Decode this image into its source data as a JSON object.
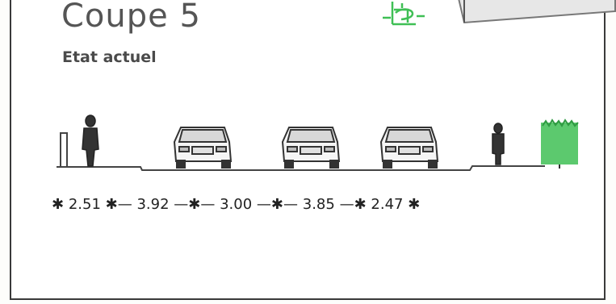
{
  "header": {
    "title": "Coupe 5",
    "subtitle": "Etat actuel"
  },
  "dimensions": {
    "values": [
      "2.51",
      "3.92",
      "3.00",
      "3.85",
      "2.47"
    ]
  },
  "colors": {
    "vegetation": "#3fbf55",
    "ink": "#222222",
    "frame": "#3a3a3a"
  },
  "icons": [
    "pedestrian-icon",
    "car-icon",
    "tree-hedge-icon",
    "bollard-icon",
    "map-symbol-icon"
  ]
}
